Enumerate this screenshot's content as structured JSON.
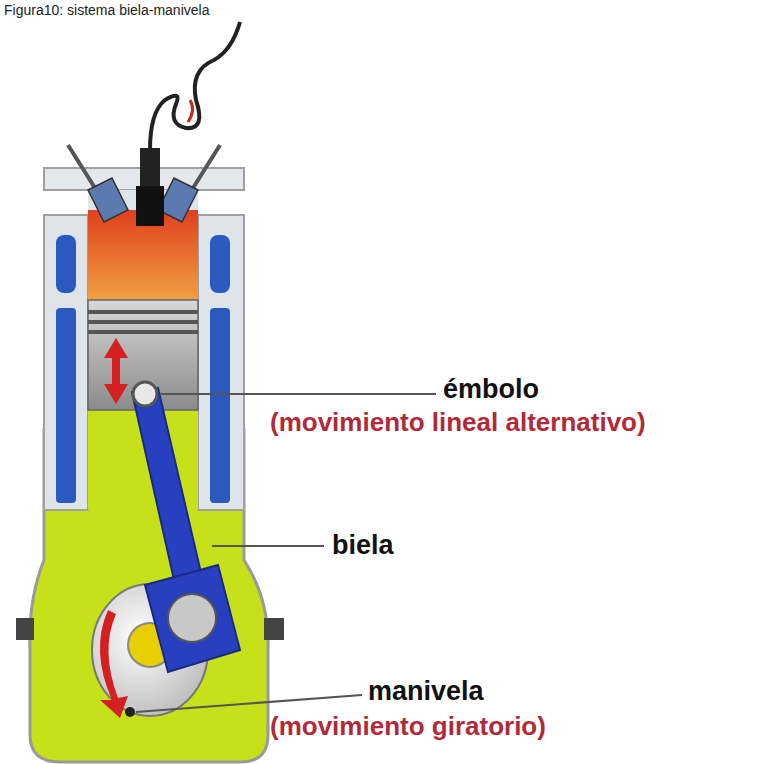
{
  "diagram": {
    "title": "Figura10: sistema biela-manivela",
    "labels": [
      "émbolo",
      "(movimiento lineal alternativo)",
      "biela",
      "manivela",
      "(movimiento giratorio)"
    ]
  }
}
